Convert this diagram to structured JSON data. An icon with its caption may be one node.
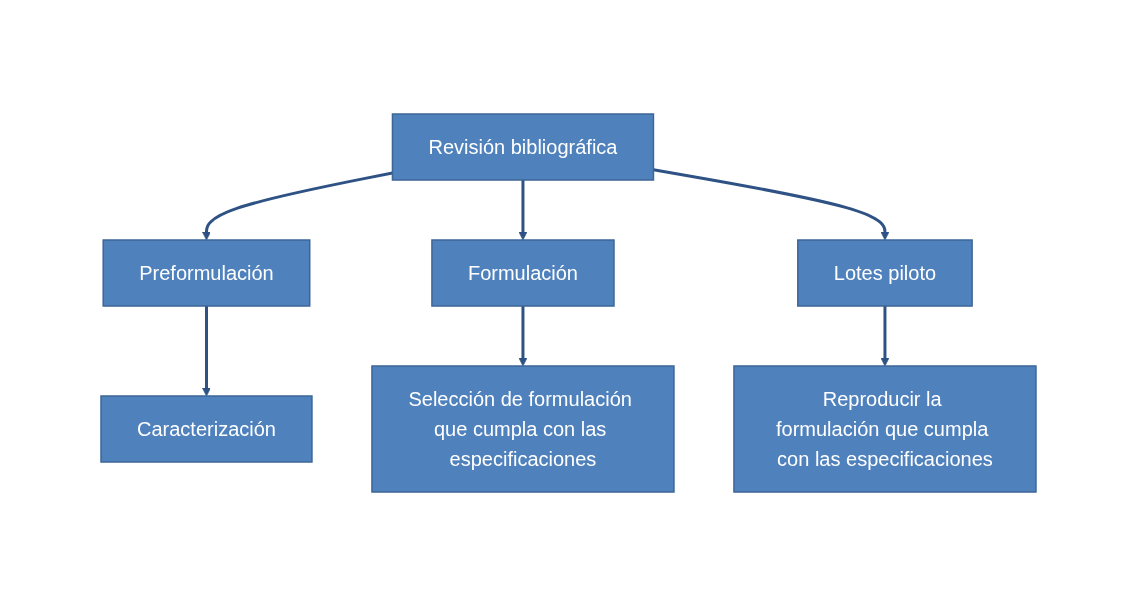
{
  "diagram": {
    "nodes": [
      {
        "text": [
          "Revisión bibliográfica"
        ]
      },
      {
        "text": [
          "Preformulación"
        ]
      },
      {
        "text": [
          "Formulación"
        ]
      },
      {
        "text": [
          "Lotes piloto"
        ]
      },
      {
        "text": [
          "Caracterización"
        ]
      },
      {
        "text": [
          "Selección de formulación que cumpla con las especificaciones"
        ]
      },
      {
        "text": [
          "Reproducir la formulación que cumpla con las especificaciones"
        ]
      }
    ],
    "edges": [
      {
        "from": 0,
        "to": 1,
        "arrow": "to"
      },
      {
        "from": 0,
        "to": 2,
        "arrow": "to"
      },
      {
        "from": 0,
        "to": 3,
        "arrow": "to"
      },
      {
        "from": 1,
        "to": 4,
        "arrow": "to"
      },
      {
        "from": 2,
        "to": 5,
        "arrow": "to"
      },
      {
        "from": 3,
        "to": 6,
        "arrow": "to"
      }
    ]
  }
}
